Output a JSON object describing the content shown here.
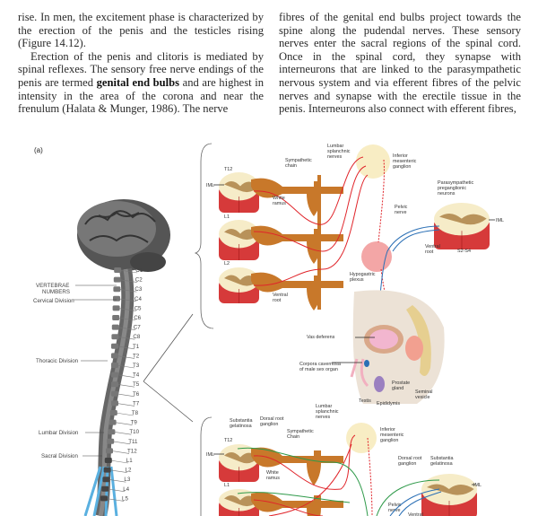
{
  "text": {
    "left": {
      "p1": "rise. In men, the excitement phase is characterized by the erection of the penis and the testicles rising (Figure 14.12).",
      "p2_a": "Erection of the penis and clitoris is mediated by spinal reflexes. The sensory free nerve endings of the penis are termed ",
      "p2_bold": "genital end bulbs",
      "p2_b": " and are highest in intensity in the area of the corona and near the frenulum (Halata & Munger, 1986). The nerve"
    },
    "right": {
      "p1": "fibres of the genital end bulbs project towards the spine along the pudendal nerves. These sensory nerves enter the sacral regions of the spinal cord. Once in the spinal cord, they synapse with interneurons that are linked to the parasympathetic nervous system and via efferent fibres of the pelvic nerves and synapse with the erectile tissue in the penis. Interneurons also connect with efferent fibres,"
    }
  },
  "figure": {
    "panel": "(a)",
    "spine_labels": {
      "vertebrae": "VERTEBRAE",
      "numbers": "NUMBERS",
      "cervical": "Cervical Division",
      "thoracic": "Thoracic Division",
      "lumbar": "Lumbar Division",
      "sacral": "Sacral Division"
    },
    "vertebrae": [
      "C1",
      "C2",
      "C3",
      "C4",
      "C5",
      "C6",
      "C7",
      "C8",
      "T1",
      "T2",
      "T3",
      "T4",
      "T5",
      "T6",
      "T7",
      "T8",
      "T9",
      "T10",
      "T11",
      "T12",
      "L1",
      "L2",
      "L3",
      "L4",
      "L5"
    ],
    "upper": {
      "t12": "T12",
      "l1": "L1",
      "l2": "L2",
      "iml": "IML",
      "iml_right": "IML",
      "sympathetic_chain": [
        "Sympathetic",
        "chain"
      ],
      "white_ramus": [
        "White",
        "ramus"
      ],
      "lumbar_splanchnic": [
        "Lumbar",
        "splanchnic",
        "nerves"
      ],
      "inferior_mesenteric": [
        "Inferior",
        "mesenteric",
        "ganglion"
      ],
      "parasympathetic": [
        "Parasympathetic",
        "preganglionic",
        "neurons"
      ],
      "pelvic_nerve": [
        "Pelvic",
        "nerve"
      ],
      "ventral_root": [
        "Ventral",
        "root"
      ],
      "ventral_root_left": [
        "Ventral",
        "root"
      ],
      "s2s4": "S2-S4",
      "hypogastric": [
        "Hypogastric",
        "plexus"
      ],
      "vas_deferens": "Vas deferens",
      "corpora": [
        "Corpora cavernosa",
        "of male sex organ"
      ],
      "prostate": [
        "Prostate",
        "gland"
      ],
      "seminal": [
        "Seminal",
        "vesicle"
      ],
      "testis": "Testis",
      "epididymis": "Epididymis"
    },
    "lower": {
      "t12": "T12",
      "l1": "L1",
      "iml": "IML",
      "iml_right": "IML",
      "substantia": [
        "Substantia",
        "gelatinosa"
      ],
      "dorsal_root": [
        "Dorsal root",
        "ganglion"
      ],
      "sympathetic_chain": [
        "Sympathetic",
        "Chain"
      ],
      "white_ramus": [
        "White",
        "ramus"
      ],
      "lumbar_splanchnic": [
        "Lumbar",
        "splanchnic",
        "nerves"
      ],
      "inferior_mesenteric": [
        "Inferior",
        "mesenteric",
        "ganglion"
      ],
      "dorsal_root_right": [
        "Dorsal root",
        "ganglion"
      ],
      "substantia_right": [
        "Substantia",
        "gelatinosa"
      ],
      "pelvic_nerve": [
        "Pelvic",
        "nerve"
      ],
      "ventral": "Ventral"
    },
    "colors": {
      "cord_red": "#d63a3a",
      "cord_cream": "#f6ecc8",
      "grey_matter": "#b8925a",
      "chain": "#c8782a",
      "sympathetic": "#e0242a",
      "parasympathetic": "#2a6fb5",
      "sensory": "#2f9a4a"
    }
  }
}
